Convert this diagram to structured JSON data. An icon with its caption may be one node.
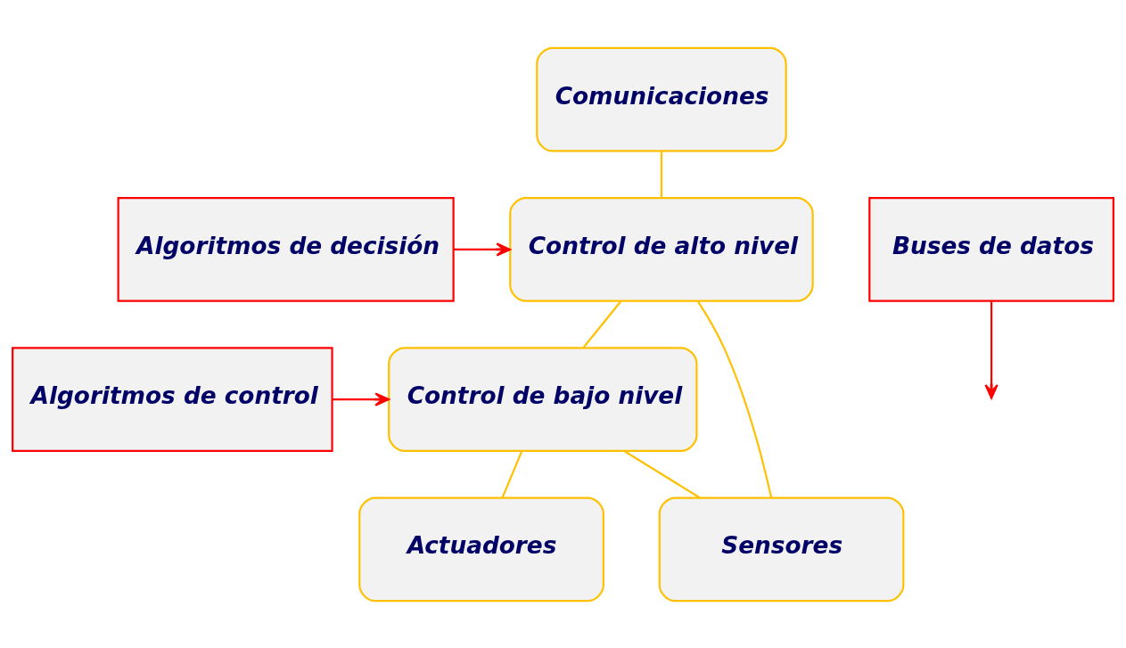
{
  "diagram": {
    "nodes": [
      {
        "text": [
          "Comunicaciones"
        ]
      },
      {
        "text": [
          "Algoritmos de decisión"
        ]
      },
      {
        "text": [
          "Control de alto nivel"
        ]
      },
      {
        "text": [
          "Buses de datos"
        ]
      },
      {
        "text": [
          "Algoritmos de control"
        ]
      },
      {
        "text": [
          "Control de bajo nivel"
        ]
      },
      {
        "text": [
          "Actuadores"
        ]
      },
      {
        "text": [
          "Sensores"
        ]
      }
    ],
    "edges": [
      {
        "from": 0,
        "to": 2,
        "arrow": "none"
      },
      {
        "from": 1,
        "to": 2,
        "arrow": "to",
        "color": "#ff0000"
      },
      {
        "from": 2,
        "to": 5,
        "arrow": "none"
      },
      {
        "from": 2,
        "to": 7,
        "arrow": "none"
      },
      {
        "from": 3,
        "to": null,
        "arrow": "to",
        "color": "#ff0000"
      },
      {
        "from": 4,
        "to": 5,
        "arrow": "to",
        "color": "#ff0000"
      },
      {
        "from": 5,
        "to": 7,
        "arrow": "none"
      },
      {
        "from": 5,
        "to": 6,
        "arrow": "none"
      }
    ]
  }
}
